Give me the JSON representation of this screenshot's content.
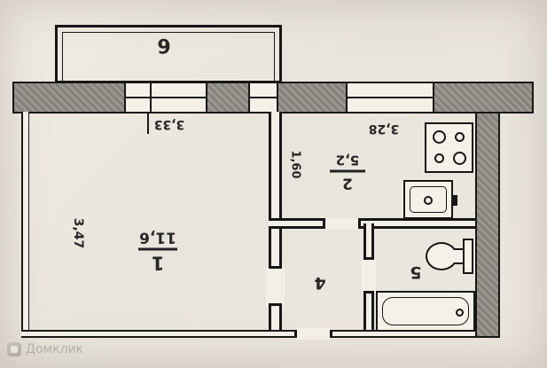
{
  "plan": {
    "balcony": {
      "number": "6",
      "width_label": "3,33"
    },
    "room1": {
      "number": "1",
      "area": "11,6",
      "side_label": "3,47"
    },
    "kitchen": {
      "number": "2",
      "area": "5,2",
      "top_label": "3,28",
      "side_label": "1,60"
    },
    "hall": {
      "number": "4"
    },
    "bathroom": {
      "number": "5"
    }
  },
  "fixtures": {
    "stove": "stove-icon",
    "sink": "sink-icon",
    "toilet": "toilet-icon",
    "bathtub": "bathtub-icon"
  },
  "watermark": {
    "brand": "Домклик"
  },
  "colors": {
    "paper": "#ece7de",
    "interior": "#f3efe6",
    "wall_fill": "#8d8a84",
    "line": "#181818",
    "watermark": "#b4b0a8"
  }
}
